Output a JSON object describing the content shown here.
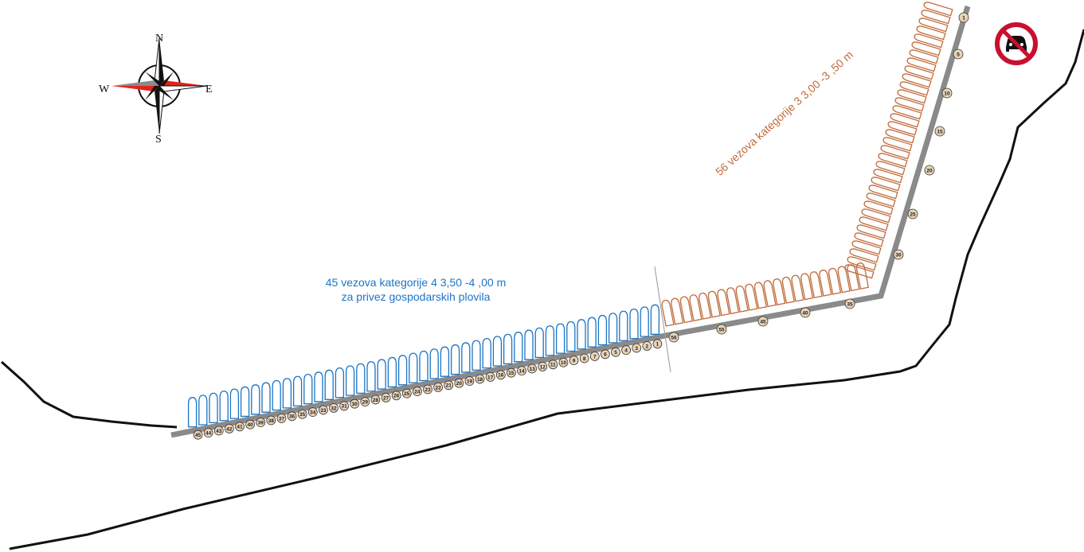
{
  "compass": {
    "n": "N",
    "s": "S",
    "e": "E",
    "w": "W"
  },
  "zones": {
    "category4": {
      "line1": "45 vezova kategorije 4   3,50 -4 ,00 m",
      "line2": "za privez gospodarskih plovila",
      "berth_count": 45,
      "color": "#1b74c4"
    },
    "category3": {
      "line1": "56 vezova kategorije 3   3,00 -3 ,50 m",
      "berth_count": 56,
      "color": "#c06b3c"
    }
  },
  "blue_berth_numbers": [
    "1",
    "2",
    "3",
    "4",
    "5",
    "6",
    "7",
    "8",
    "9",
    "10",
    "11",
    "12",
    "13",
    "14",
    "15",
    "16",
    "17",
    "18",
    "19",
    "20",
    "21",
    "22",
    "23",
    "24",
    "25",
    "26",
    "27",
    "28",
    "29",
    "30",
    "31",
    "32",
    "33",
    "34",
    "35",
    "36",
    "37",
    "38",
    "39",
    "40",
    "41",
    "42",
    "43",
    "44",
    "45"
  ],
  "brown_berth_markers": [
    "1",
    "5",
    "10",
    "15",
    "20",
    "25",
    "30",
    "35",
    "40",
    "45",
    "55",
    "56"
  ],
  "sign": {
    "name": "no-cars-sign",
    "color": "#c8102e"
  },
  "colors": {
    "pier": "#8a8a8a",
    "coast": "#111111",
    "compass_red": "#e3231b"
  }
}
